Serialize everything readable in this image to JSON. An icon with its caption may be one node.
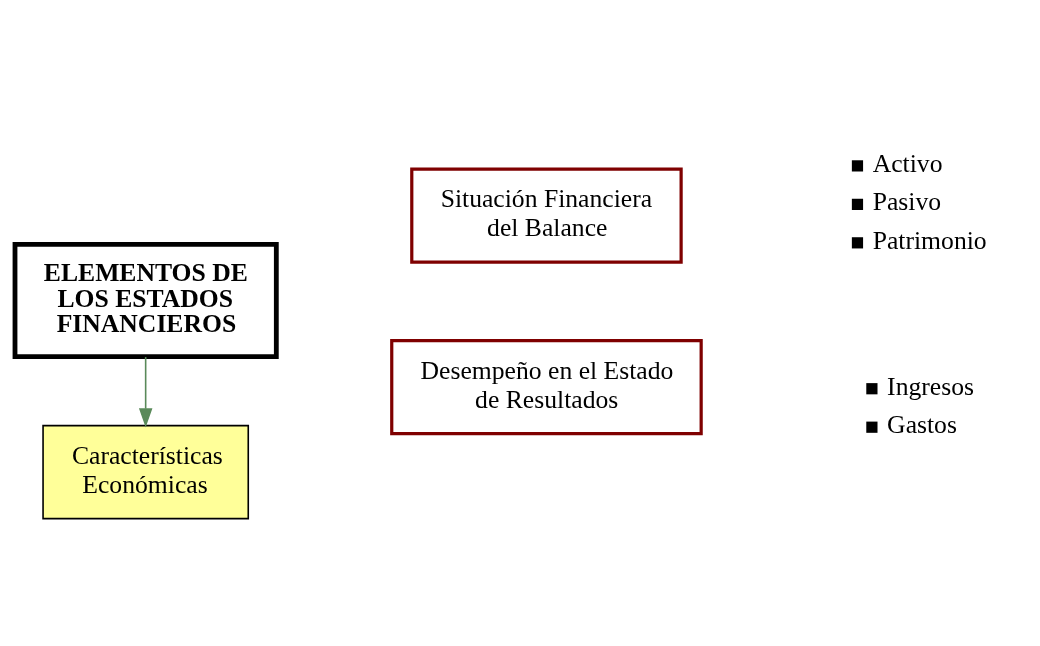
{
  "diagram": {
    "nodes": [
      {
        "text": [
          "ELEMENTOS DE LOS ESTADOS FINANCIEROS"
        ]
      },
      {
        "text": [
          "Características Económicas"
        ]
      },
      {
        "text": [
          "Situación Financiera del Balance"
        ],
        "beside": [
          "Activo",
          "Pasivo",
          "Patrimonio"
        ]
      },
      {
        "text": [
          "Desempeño en el Estado de Resultados"
        ],
        "beside": [
          "Ingresos",
          "Gastos"
        ]
      }
    ],
    "edges": [
      {
        "from": 0,
        "to": 1,
        "arrow": "to"
      }
    ]
  }
}
